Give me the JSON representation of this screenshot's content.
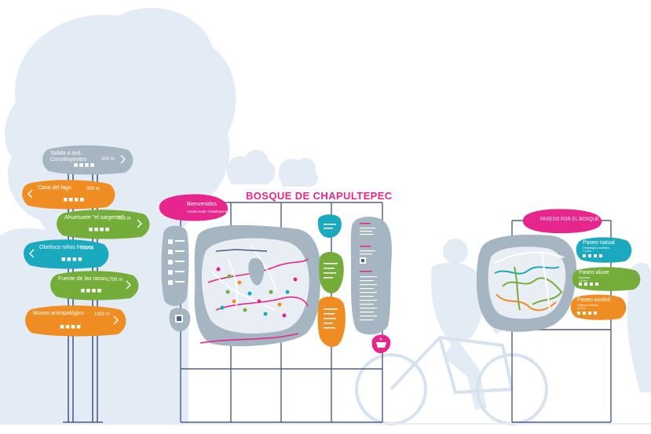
{
  "colors": {
    "grey": "#a6b5c2",
    "teal": "#1aa9bf",
    "orange": "#ef8d22",
    "green": "#74ad3a",
    "magenta": "#e6268c",
    "frame": "#4b5d88",
    "silhouette": "#e3ebf4"
  },
  "signpost": {
    "arrows": [
      {
        "name": "Salida a avd. Constituyentes",
        "line1": "Salida a avd.",
        "line2": "Constituyentes",
        "distance": "300 m",
        "color": "grey",
        "direction": "right"
      },
      {
        "name": "Casa del lago",
        "line1": "Casa del lago",
        "distance": "300 m",
        "color": "orange",
        "direction": "left"
      },
      {
        "name": "Ahuehuete \"el sargento\"",
        "line1": "Ahuehuete \"el sargento\"",
        "distance": "700 m",
        "color": "green",
        "direction": "right"
      },
      {
        "name": "Obelisco niños héroes",
        "line1": "Obelisco niños héroes",
        "distance": "700 m",
        "color": "teal",
        "direction": "left"
      },
      {
        "name": "Fuente de las ranas",
        "line1": "Fuente de las ranas",
        "distance": "1700 m",
        "color": "green",
        "direction": "right"
      },
      {
        "name": "Museo antropológico",
        "line1": "Museo antropológico",
        "distance": "1300 m",
        "color": "orange",
        "direction": "right"
      }
    ]
  },
  "main_sign": {
    "title": "BOSQUE DE CHAPULTEPEC",
    "welcome": "Bienvenidos",
    "welcome_sub": "Acceso Avda. Constituyentes"
  },
  "routes_sign": {
    "header": "PASEOS POR EL BOSQUE",
    "routes": [
      {
        "name": "Paseo natual",
        "sub1": "Ornitología y botánica",
        "sub2": "1,3 km",
        "color": "teal"
      },
      {
        "name": "Paseo aluxe",
        "sub1": "Aventura",
        "sub2": "1,5 km",
        "color": "green"
      },
      {
        "name": "Paseo axolotl",
        "sub1": "Cultura e historia",
        "sub2": "2,3 km",
        "color": "orange"
      }
    ]
  }
}
